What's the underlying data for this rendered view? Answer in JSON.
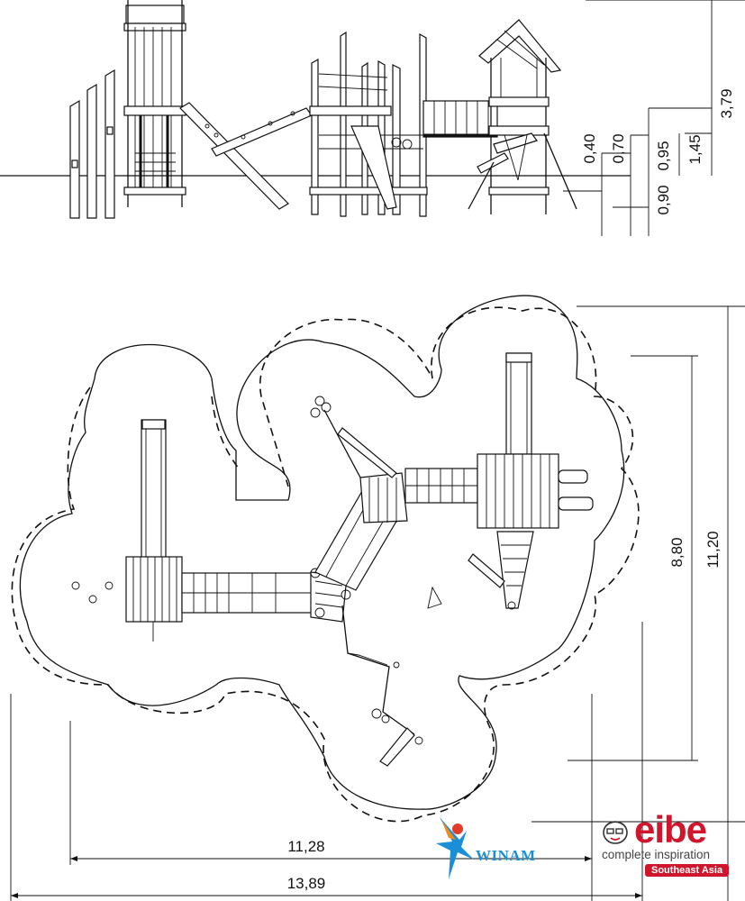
{
  "dimensions": {
    "height_total": "3,79",
    "height_platform_high": "1,45",
    "height_platform_mid": "0,95",
    "height_platform_low": "0,70",
    "height_step": "0,40",
    "depth_below_ground": "0,90",
    "width_inner": "11,28",
    "width_total": "13,89",
    "depth_inner": "8,80",
    "depth_total": "11,20"
  },
  "brand": {
    "name": "eibe",
    "tagline": "complete inspiration",
    "region": "Southeast Asia",
    "color": "#d0162c"
  },
  "partner": {
    "name": "WINAM",
    "color": "#1b8fd6"
  }
}
